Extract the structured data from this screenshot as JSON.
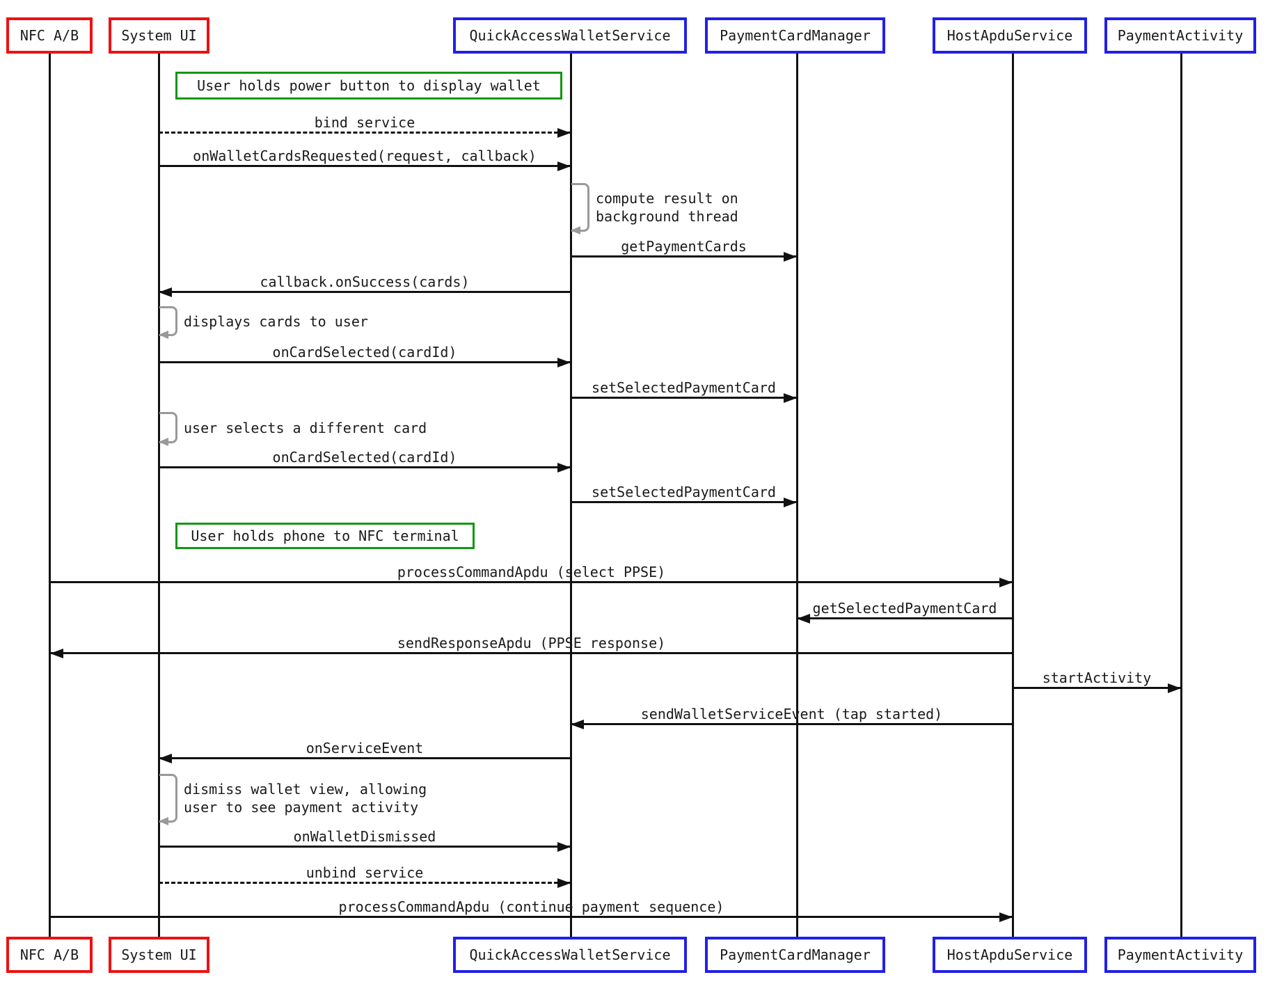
{
  "colors": {
    "participant_red_border": "#ee1111",
    "participant_blue_border": "#2020e8",
    "note_green_border": "#149612",
    "self_message_gray": "#999999",
    "line_black": "#111111",
    "background": "#ffffff"
  },
  "participants": [
    {
      "id": "nfc-ab",
      "label": "NFC A/B",
      "border": "red"
    },
    {
      "id": "system-ui",
      "label": "System UI",
      "border": "red"
    },
    {
      "id": "quick-access-wallet-service",
      "label": "QuickAccessWalletService",
      "border": "blue"
    },
    {
      "id": "payment-card-manager",
      "label": "PaymentCardManager",
      "border": "blue"
    },
    {
      "id": "host-apdu-service",
      "label": "HostApduService",
      "border": "blue"
    },
    {
      "id": "payment-activity",
      "label": "PaymentActivity",
      "border": "blue"
    }
  ],
  "notes": [
    {
      "text": "User holds power button to display wallet"
    },
    {
      "text": "User holds phone to NFC terminal"
    }
  ],
  "messages": [
    {
      "label": "bind service",
      "from": "System UI",
      "to": "QuickAccessWalletService",
      "line": "dashed",
      "direction": "right"
    },
    {
      "label": "onWalletCardsRequested(request, callback)",
      "from": "System UI",
      "to": "QuickAccessWalletService",
      "line": "solid",
      "direction": "right"
    },
    {
      "label": "getPaymentCards",
      "from": "QuickAccessWalletService",
      "to": "PaymentCardManager",
      "line": "solid",
      "direction": "right"
    },
    {
      "label": "callback.onSuccess(cards)",
      "from": "QuickAccessWalletService",
      "to": "System UI",
      "line": "solid",
      "direction": "left"
    },
    {
      "label": "onCardSelected(cardId)",
      "from": "System UI",
      "to": "QuickAccessWalletService",
      "line": "solid",
      "direction": "right"
    },
    {
      "label": "setSelectedPaymentCard",
      "from": "QuickAccessWalletService",
      "to": "PaymentCardManager",
      "line": "solid",
      "direction": "right"
    },
    {
      "label": "onCardSelected(cardId)",
      "from": "System UI",
      "to": "QuickAccessWalletService",
      "line": "solid",
      "direction": "right"
    },
    {
      "label": "setSelectedPaymentCard",
      "from": "QuickAccessWalletService",
      "to": "PaymentCardManager",
      "line": "solid",
      "direction": "right"
    },
    {
      "label": "processCommandApdu (select PPSE)",
      "from": "NFC A/B",
      "to": "HostApduService",
      "line": "solid",
      "direction": "right"
    },
    {
      "label": "getSelectedPaymentCard",
      "from": "HostApduService",
      "to": "PaymentCardManager",
      "line": "solid",
      "direction": "left"
    },
    {
      "label": "sendResponseApdu (PPSE response)",
      "from": "HostApduService",
      "to": "NFC A/B",
      "line": "solid",
      "direction": "left"
    },
    {
      "label": "startActivity",
      "from": "HostApduService",
      "to": "PaymentActivity",
      "line": "solid",
      "direction": "right"
    },
    {
      "label": "sendWalletServiceEvent (tap started)",
      "from": "HostApduService",
      "to": "QuickAccessWalletService",
      "line": "solid",
      "direction": "left"
    },
    {
      "label": "onServiceEvent",
      "from": "QuickAccessWalletService",
      "to": "System UI",
      "line": "solid",
      "direction": "left"
    },
    {
      "label": "onWalletDismissed",
      "from": "System UI",
      "to": "QuickAccessWalletService",
      "line": "solid",
      "direction": "right"
    },
    {
      "label": "unbind service",
      "from": "System UI",
      "to": "QuickAccessWalletService",
      "line": "dashed",
      "direction": "right"
    },
    {
      "label": "processCommandApdu (continue payment sequence)",
      "from": "NFC A/B",
      "to": "HostApduService",
      "line": "solid",
      "direction": "right"
    }
  ],
  "self_messages": [
    {
      "on": "QuickAccessWalletService",
      "text": "compute result on\nbackground thread"
    },
    {
      "on": "System UI",
      "text": "displays cards to user"
    },
    {
      "on": "System UI",
      "text": "user selects a different card"
    },
    {
      "on": "System UI",
      "text": "dismiss wallet view, allowing\nuser to see payment activity"
    }
  ]
}
